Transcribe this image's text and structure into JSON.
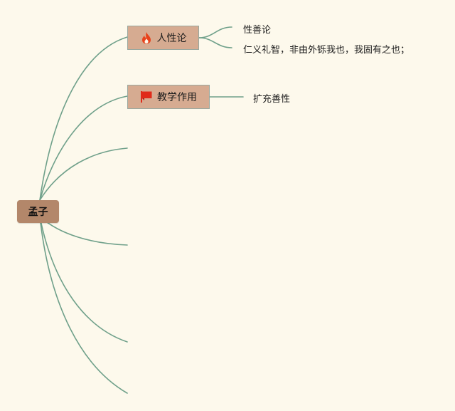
{
  "root": {
    "label": "孟子"
  },
  "topics": [
    {
      "label": "人性论",
      "icon": "fire-icon",
      "children": [
        "性善论",
        "仁义礼智，非由外铄我也，我固有之也；"
      ]
    },
    {
      "label": "教学作用",
      "icon": "flag-icon",
      "children": [
        "扩充善性"
      ]
    },
    {
      "label": "",
      "children": []
    },
    {
      "label": "",
      "children": []
    },
    {
      "label": "",
      "children": []
    },
    {
      "label": "",
      "children": []
    }
  ],
  "colors": {
    "background": "#fdf9ec",
    "root_fill": "#b3876a",
    "topic_fill": "#d6ab91",
    "connector": "#6fa08a",
    "fire_icon": "#e8431c",
    "flag_icon": "#e02b1a"
  }
}
